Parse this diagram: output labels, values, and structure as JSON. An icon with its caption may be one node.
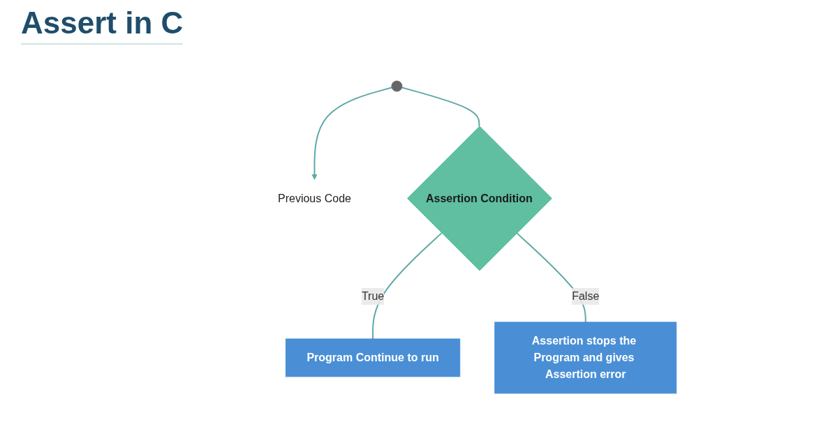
{
  "diagram": {
    "title": "Assert in C",
    "nodes": [
      {
        "text": [],
        "shape": "circle"
      },
      {
        "text": [
          "Previous Code"
        ]
      },
      {
        "text": [
          "Assertion Condition"
        ]
      },
      {
        "text": [
          "Program Continue to run"
        ]
      },
      {
        "text": [
          "Assertion stops the Program and gives Assertion error"
        ]
      }
    ],
    "edges": [
      {
        "from": 0,
        "to": 1,
        "arrow": "to"
      },
      {
        "from": 0,
        "to": 2,
        "arrow": "none"
      },
      {
        "from": 2,
        "to": 3,
        "arrow": "none",
        "label": "True"
      },
      {
        "from": 2,
        "to": 4,
        "arrow": "none",
        "label": "False"
      }
    ]
  }
}
